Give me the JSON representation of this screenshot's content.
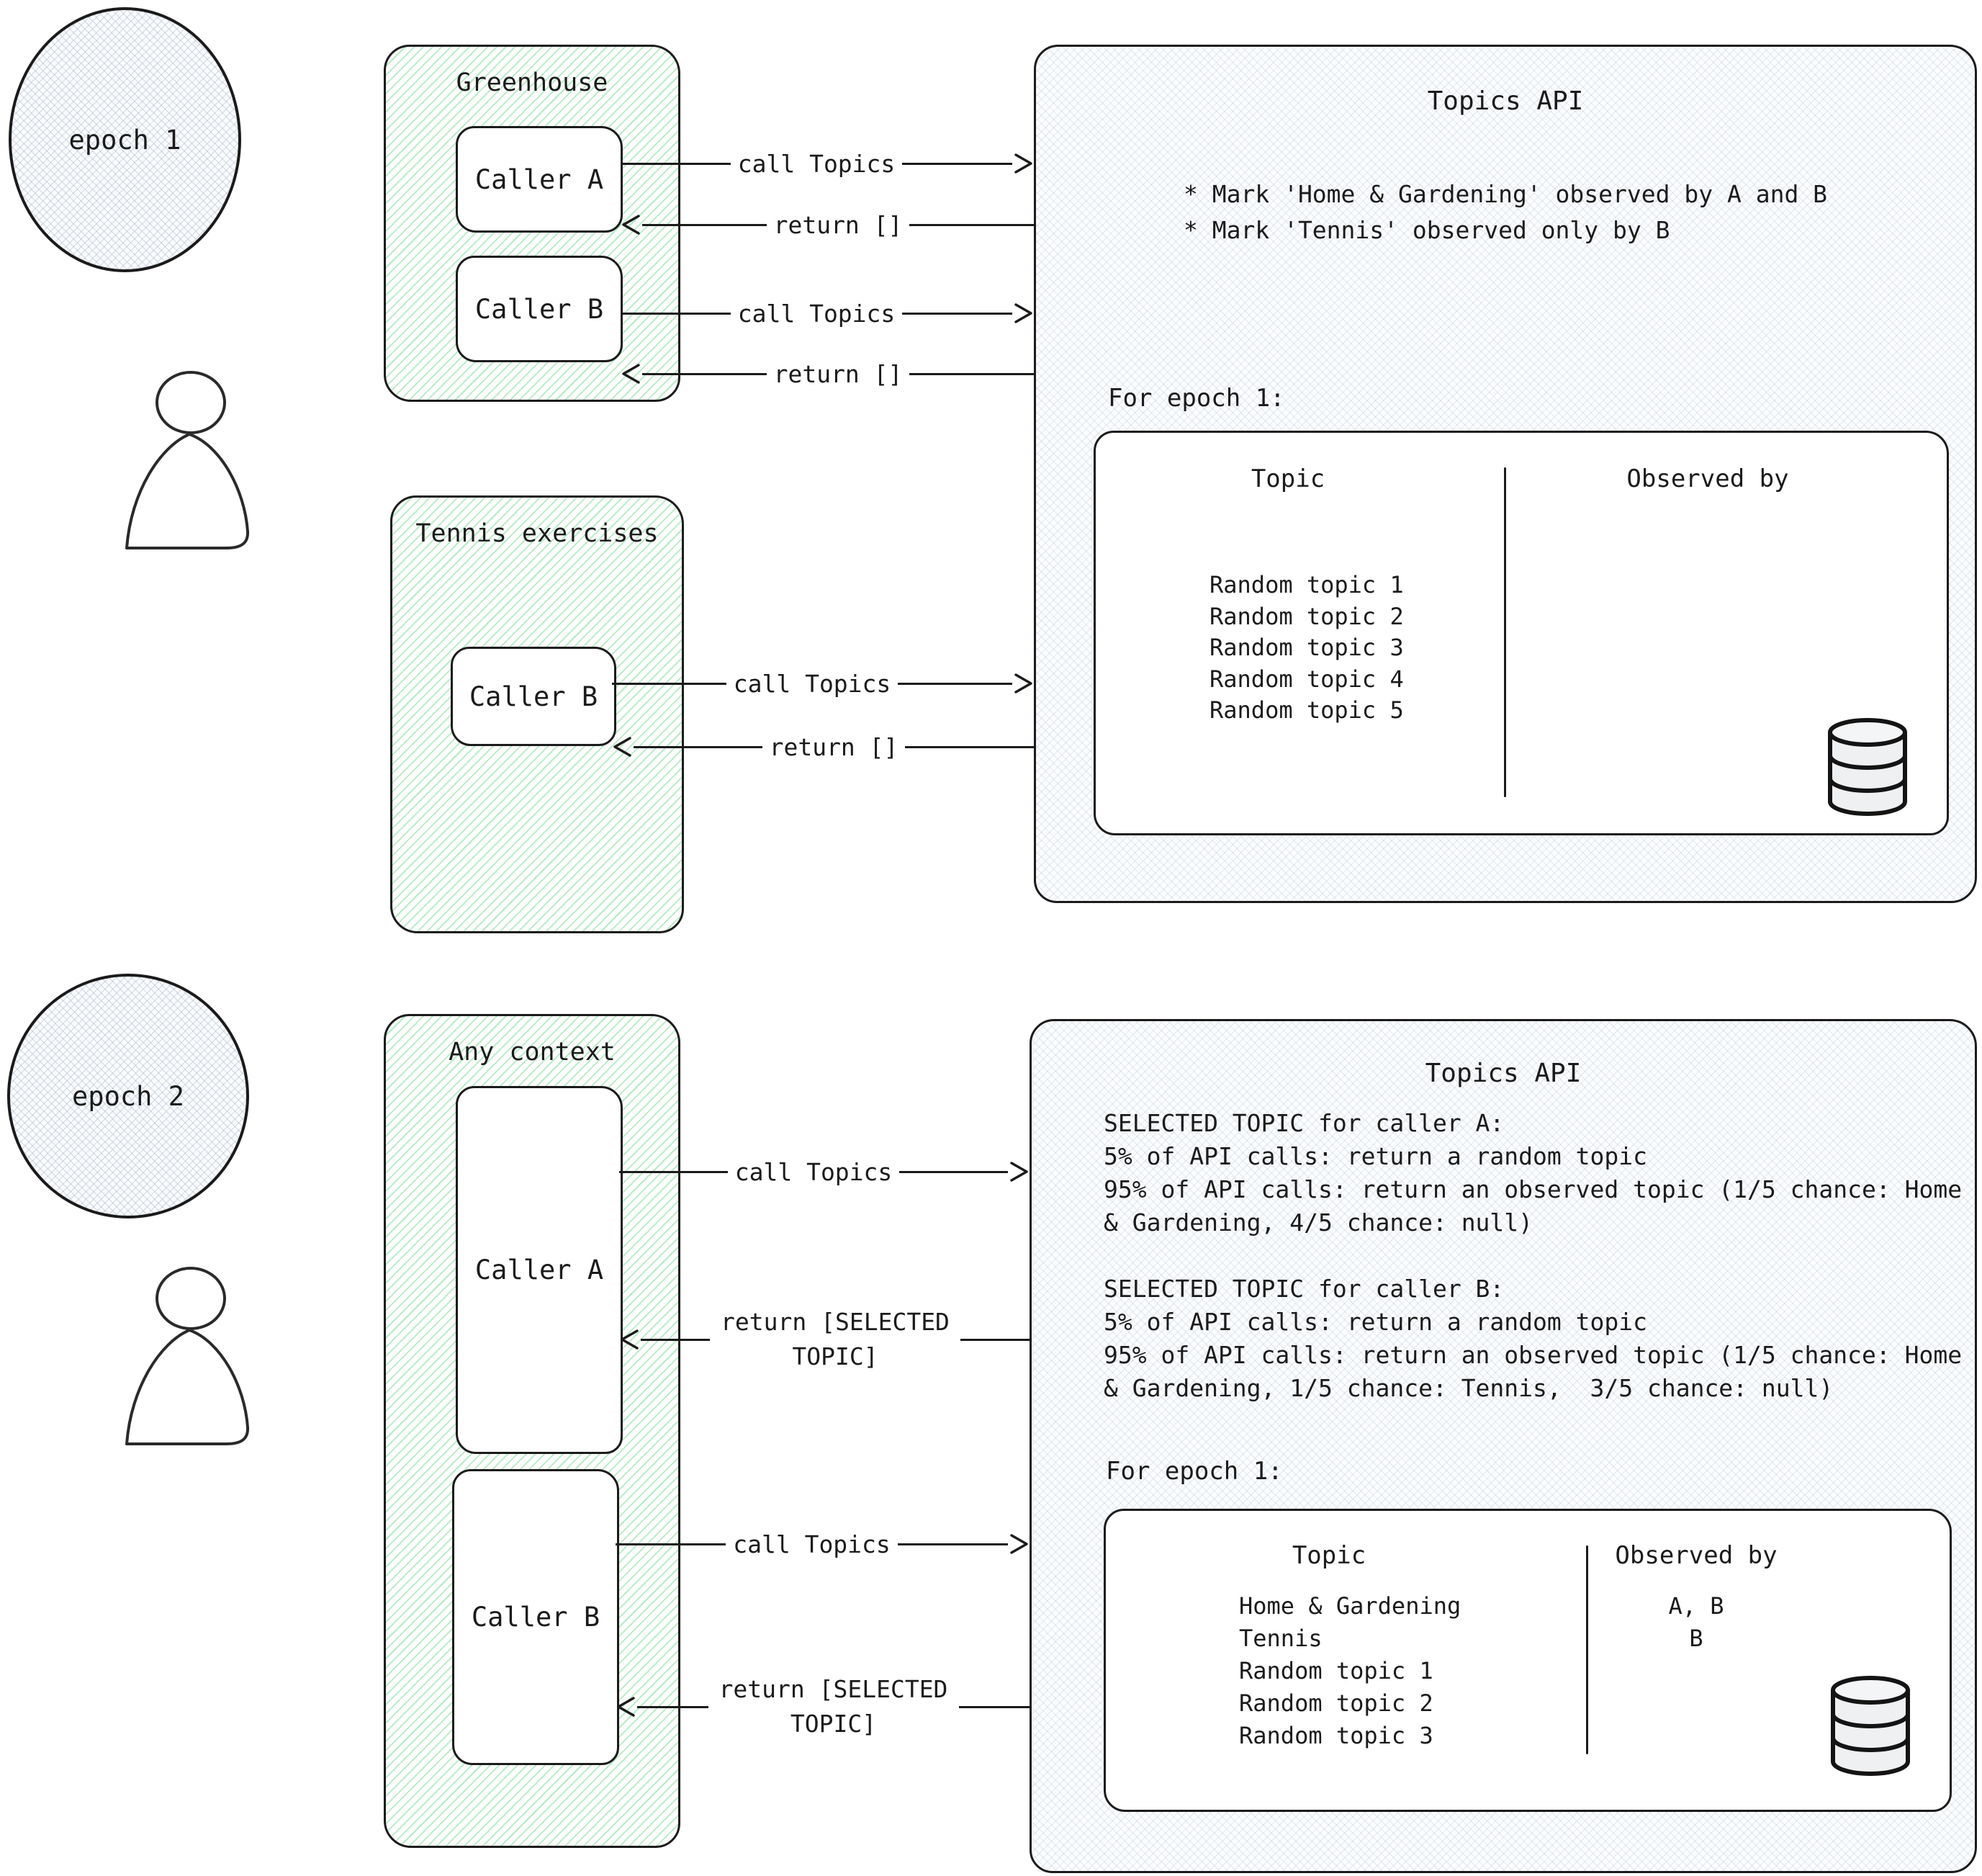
{
  "colors": {
    "ink": "#1b1b1b",
    "green_hatch": "#63d682",
    "gray_hatch": "#94a5be"
  },
  "top": {
    "epoch_label": "epoch 1",
    "greenhouse": {
      "title": "Greenhouse",
      "caller_a": "Caller A",
      "caller_b": "Caller B"
    },
    "tennis": {
      "title": "Tennis exercises",
      "caller_b": "Caller B"
    },
    "arrows": {
      "a_call": "call Topics",
      "a_return": "return []",
      "b_call": "call Topics",
      "b_return": "return []",
      "tennis_call": "call Topics",
      "tennis_return": "return []"
    },
    "api": {
      "title": "Topics API",
      "notes": [
        "* Mark 'Home & Gardening' observed by A and B",
        "* Mark 'Tennis' observed only by B"
      ],
      "epoch_heading": "For epoch 1:",
      "table": {
        "col_topic": "Topic",
        "col_observed": "Observed by",
        "rows": [
          {
            "topic": "Random topic 1",
            "observed": ""
          },
          {
            "topic": "Random topic 2",
            "observed": ""
          },
          {
            "topic": "Random topic 3",
            "observed": ""
          },
          {
            "topic": "Random topic 4",
            "observed": ""
          },
          {
            "topic": "Random topic 5",
            "observed": ""
          }
        ]
      }
    }
  },
  "bottom": {
    "epoch_label": "epoch 2",
    "context": {
      "title": "Any context",
      "caller_a": "Caller A",
      "caller_b": "Caller B"
    },
    "arrows": {
      "a_call": "call Topics",
      "a_return": "return [SELECTED TOPIC]",
      "b_call": "call Topics",
      "b_return": "return [SELECTED TOPIC]"
    },
    "api": {
      "title": "Topics API",
      "rules": [
        "SELECTED TOPIC for caller A:",
        "5% of API calls: return a random topic",
        "95% of API calls: return an observed topic (1/5 chance: Home & Gardening, 4/5 chance: null)",
        "",
        "SELECTED TOPIC for caller B:",
        "5% of API calls: return a random topic",
        "95% of API calls: return an observed topic (1/5 chance: Home & Gardening, 1/5 chance: Tennis,  3/5 chance: null)"
      ],
      "epoch_heading": "For epoch 1:",
      "table": {
        "col_topic": "Topic",
        "col_observed": "Observed by",
        "rows": [
          {
            "topic": "Home & Gardening",
            "observed": "A, B"
          },
          {
            "topic": "Tennis",
            "observed": "B"
          },
          {
            "topic": "Random topic 1",
            "observed": ""
          },
          {
            "topic": "Random topic 2",
            "observed": ""
          },
          {
            "topic": "Random topic 3",
            "observed": ""
          }
        ]
      }
    }
  }
}
